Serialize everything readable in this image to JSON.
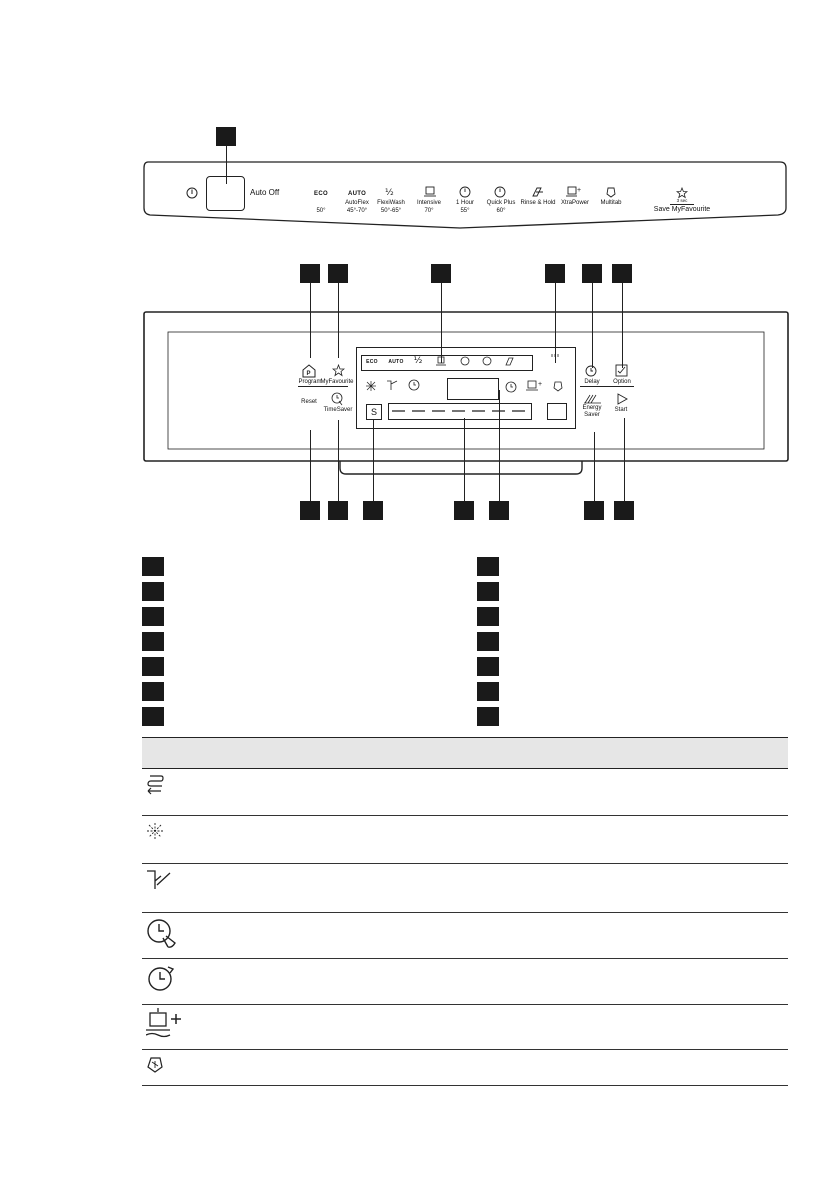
{
  "top_panel": {
    "auto_off": "Auto Off",
    "programs": [
      {
        "icon": "ECO",
        "temp": "50°"
      },
      {
        "icon": "AUTO",
        "name": "AutoFlex",
        "temp": "45°-70°"
      },
      {
        "name": "FlexiWash",
        "temp": "50°-65°"
      },
      {
        "name": "Intensive",
        "temp": "70°"
      },
      {
        "name": "1 Hour",
        "temp": "55°"
      },
      {
        "name": "Quick Plus",
        "temp": "60°"
      },
      {
        "name": "Rinse & Hold"
      },
      {
        "name": "XtraPower"
      },
      {
        "name": "Multitab"
      }
    ],
    "save_hint": "3 sec",
    "save_label": "Save MyFavourite"
  },
  "control_panel": {
    "program": "Program",
    "myfavourite": "MyFavourite",
    "reset": "Reset",
    "timesaver": "TimeSaver",
    "delay": "Delay",
    "option": "Option",
    "energy_saver_1": "Energy",
    "energy_saver_2": "Saver",
    "start": "Start",
    "display_eco": "ECO",
    "display_auto": "AUTO"
  },
  "colors": {
    "ink": "#1a1a1a",
    "table_header_bg": "#e6e6e6"
  }
}
